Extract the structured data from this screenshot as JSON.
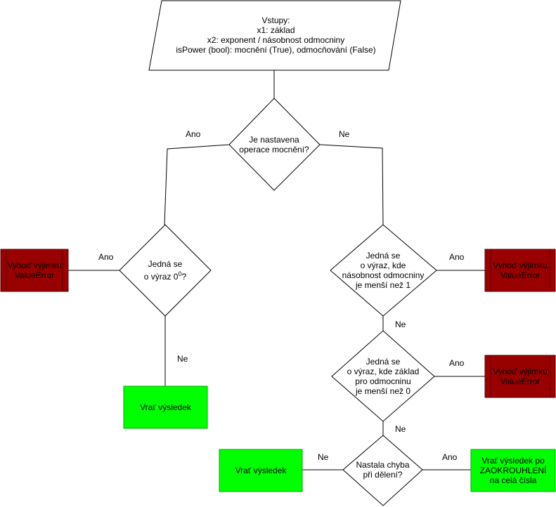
{
  "colors": {
    "stroke": "#000000",
    "error_fill": "#990000",
    "error_border": "#5e0000",
    "success_fill": "#00ff00",
    "success_border": "#00aa00"
  },
  "inputs": {
    "line1": "Vstupy:",
    "line2": "x1: základ",
    "line3": "x2: exponent / násobnost odmocniny",
    "line4": "isPower (bool): mocnění (True), odmocňování (False)"
  },
  "decisions": {
    "is_power": {
      "line1": "Je nastavena",
      "line2": "operace mocnění?"
    },
    "zero_power": {
      "line1": "Jedná se",
      "line2_prefix": "o výraz 0",
      "sup": "0",
      "line2_suffix": "?"
    },
    "root_degree": {
      "line1": "Jedná se",
      "line2": "o výraz, kde",
      "line3": "násobnost odmocniny",
      "line4": "je menší než 1"
    },
    "root_base": {
      "line1": "Jedná se",
      "line2": "o výraz, kde základ",
      "line3": "pro odmocninu",
      "line4": "je menší než 0"
    },
    "division_error": {
      "line1": "Nastala chyba",
      "line2": "při dělení?"
    }
  },
  "errors": {
    "left": {
      "line1": "Vyhoď výjimku",
      "line2": "ValueError"
    },
    "right_top": {
      "line1": "Vyhoď výjimku",
      "line2": "ValueError"
    },
    "right_mid": {
      "line1": "Vyhoď výjimku",
      "line2": "ValueError"
    }
  },
  "results": {
    "left": "Vrať výsledek",
    "bottom": "Vrať výsledek",
    "rounded": {
      "line1": "Vrať výsledek po",
      "line2": "ZAOKROUHLENÍ",
      "line3": "na celá čísla"
    }
  },
  "edge_labels": {
    "ano_top": "Ano",
    "ne_top": "Ne",
    "ano_left": "Ano",
    "ne_left": "Ne",
    "ano_root_degree": "Ano",
    "ne_root_degree": "Ne",
    "ano_root_base": "Ano",
    "ne_root_base": "Ne",
    "ne_division": "Ne",
    "ano_division": "Ano"
  }
}
